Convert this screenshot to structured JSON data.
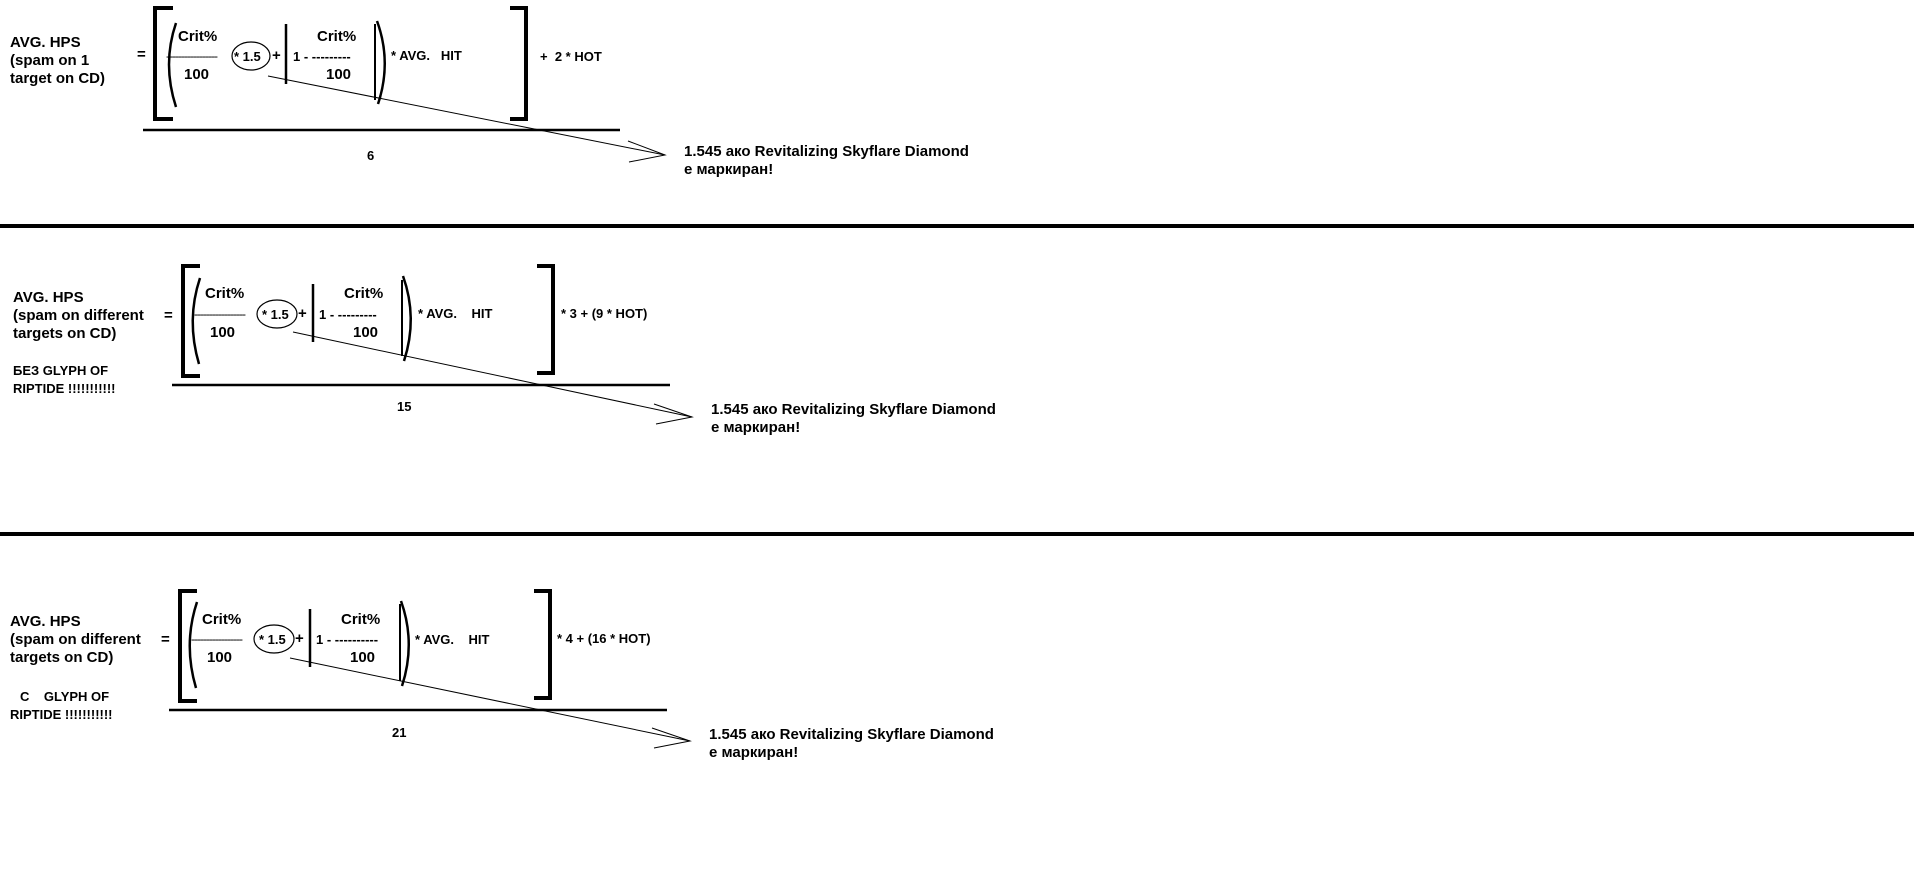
{
  "formulas": [
    {
      "label_lines": [
        "AVG. HPS",
        "(spam on 1",
        "target on CD)"
      ],
      "note_lines": [],
      "equals": "=",
      "crit": "Crit%",
      "hundred": "100",
      "dashes1": "-----------------",
      "mult_crit": "* 1.5",
      "plus": "+",
      "one_minus": "1 - ---------",
      "crit2": "Crit%",
      "hundred2": "100",
      "avg_hit": "* AVG.   HIT",
      "tail": "+  2 * HOT",
      "denominator": "6",
      "annotation_lines": [
        "1.545 ако Revitalizing Skyflare Diamond",
        "е маркиран!"
      ]
    },
    {
      "label_lines": [
        "AVG. HPS",
        "(spam on different",
        "targets on CD)"
      ],
      "note_lines": [
        "БЕЗ GLYPH OF",
        "RIPTIDE !!!!!!!!!!!"
      ],
      "equals": "=",
      "crit": "Crit%",
      "hundred": "100",
      "dashes1": "-----------------",
      "mult_crit": "* 1.5",
      "plus": "+",
      "one_minus": "1 - ---------",
      "crit2": "Crit%",
      "hundred2": "100",
      "avg_hit": "* AVG.    HIT",
      "tail": "* 3 + (9 * HOT)",
      "denominator": "15",
      "annotation_lines": [
        "1.545 ако Revitalizing Skyflare Diamond",
        "е маркиран!"
      ]
    },
    {
      "label_lines": [
        "AVG. HPS",
        "(spam on different",
        "targets on CD)"
      ],
      "note_lines": [
        "С    GLYPH OF",
        "RIPTIDE !!!!!!!!!!!"
      ],
      "equals": "=",
      "crit": "Crit%",
      "hundred": "100",
      "dashes1": "-----------------",
      "mult_crit": "* 1.5",
      "plus": "+",
      "one_minus": "1 - ----------",
      "crit2": "Crit%",
      "hundred2": "100",
      "avg_hit": "* AVG.    HIT",
      "tail": "* 4 + (16 * HOT)",
      "denominator": "21",
      "annotation_lines": [
        "1.545 ако Revitalizing Skyflare Diamond",
        "е маркиран!"
      ]
    }
  ]
}
